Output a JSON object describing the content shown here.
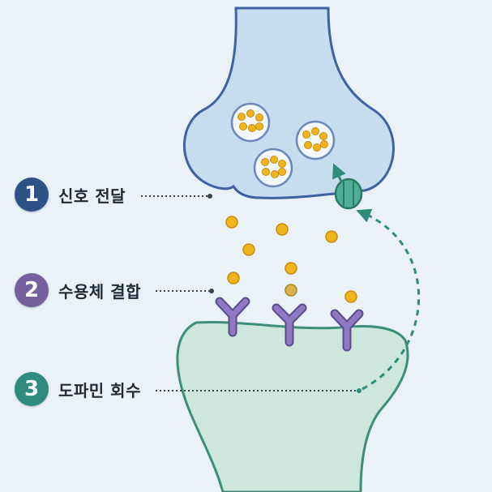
{
  "steps": [
    {
      "number": "1",
      "label": "신호 전달",
      "color": "#2e5288"
    },
    {
      "number": "2",
      "label": "수용체 결합",
      "color": "#74609f"
    },
    {
      "number": "3",
      "label": "도파민 회수",
      "color": "#2f8c7c"
    }
  ],
  "colors": {
    "background": "#eaf2f8",
    "presynaptic_fill": "#c6dcef",
    "presynaptic_stroke": "#3f62a0",
    "postsynaptic_fill": "#cde7dc",
    "postsynaptic_stroke": "#3f8e79",
    "vesicle_fill": "#f3f8fc",
    "vesicle_stroke": "#6b8ab8",
    "dopamine": "#f1b51c",
    "dopamine_stroke": "#c98b0c",
    "receptor": "#8f79c2",
    "receptor_stroke": "#5b4a8e",
    "transporter": "#4fae95",
    "reuptake_arrow": "#2f8c7c",
    "leader_line": "#3a4350"
  },
  "icons": {
    "vesicle": "vesicle-icon",
    "dopamine": "dopamine-molecule-icon",
    "receptor": "receptor-icon",
    "transporter": "transporter-icon"
  }
}
